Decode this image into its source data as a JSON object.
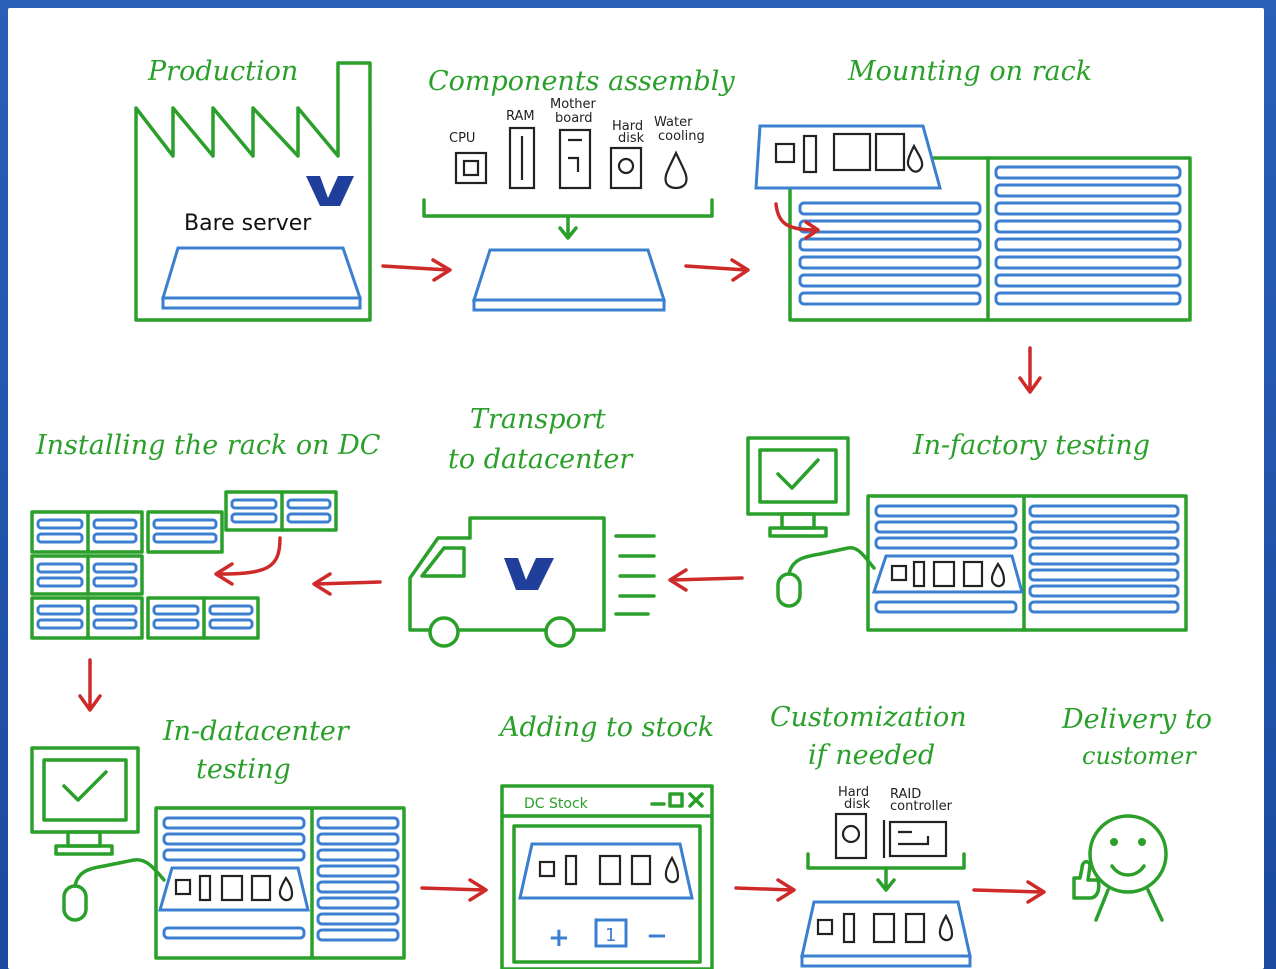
{
  "labels": {
    "production": "Production",
    "bare_server": "Bare server",
    "components_assembly": "Components assembly",
    "cpu": "CPU",
    "ram": "RAM",
    "motherboard_line1": "Mother",
    "motherboard_line2": "board",
    "hard_disk_line1": "Hard",
    "hard_disk_line2": "disk",
    "water_cooling_line1": "Water",
    "water_cooling_line2": "cooling",
    "mounting_on_rack": "Mounting on rack",
    "in_factory_testing": "In-factory testing",
    "transport_line1": "Transport",
    "transport_line2": "to datacenter",
    "installing_rack": "Installing the rack on DC",
    "in_datacenter_line1": "In-datacenter",
    "in_datacenter_line2": "testing",
    "adding_to_stock": "Adding to stock",
    "dc_stock_title": "DC Stock",
    "stock_plus": "+",
    "stock_count": "1",
    "stock_minus": "−",
    "customization_line1": "Customization",
    "customization_line2": "if needed",
    "custom_hard_disk_line1": "Hard",
    "custom_hard_disk_line2": "disk",
    "raid_line1": "RAID",
    "raid_line2": "controller",
    "delivery_line1": "Delivery to",
    "delivery_line2": "customer"
  },
  "colors": {
    "green": "#2aa02a",
    "blue": "#3b7fd0",
    "red": "#cf2a2a",
    "logo": "#1f3f9a"
  }
}
